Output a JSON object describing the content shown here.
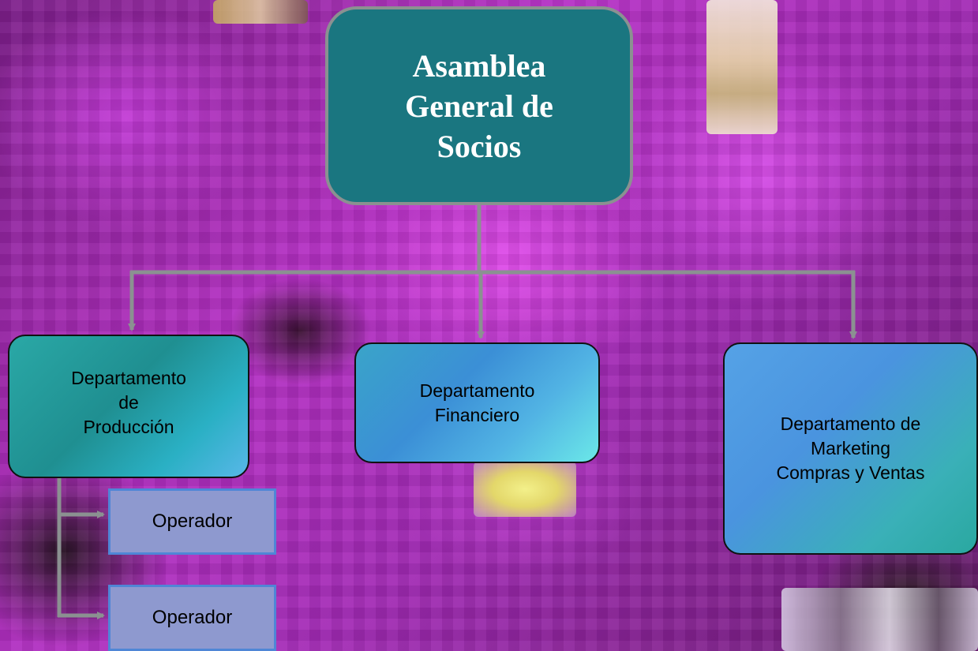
{
  "diagram": {
    "root": {
      "label": "Asamblea\nGeneral de\nSocios"
    },
    "departments": [
      {
        "label": "Departamento\nde\nProducción"
      },
      {
        "label": "Departamento\nFinanciero"
      },
      {
        "label": "Departamento de\nMarketing\nCompras y Ventas"
      }
    ],
    "operators": [
      {
        "label": "Operador"
      },
      {
        "label": "Operador"
      }
    ]
  },
  "colors": {
    "root_fill": "#1a7680",
    "connector": "#8b9191",
    "operator_fill": "#8e99cf",
    "operator_border": "#4f86d6"
  }
}
